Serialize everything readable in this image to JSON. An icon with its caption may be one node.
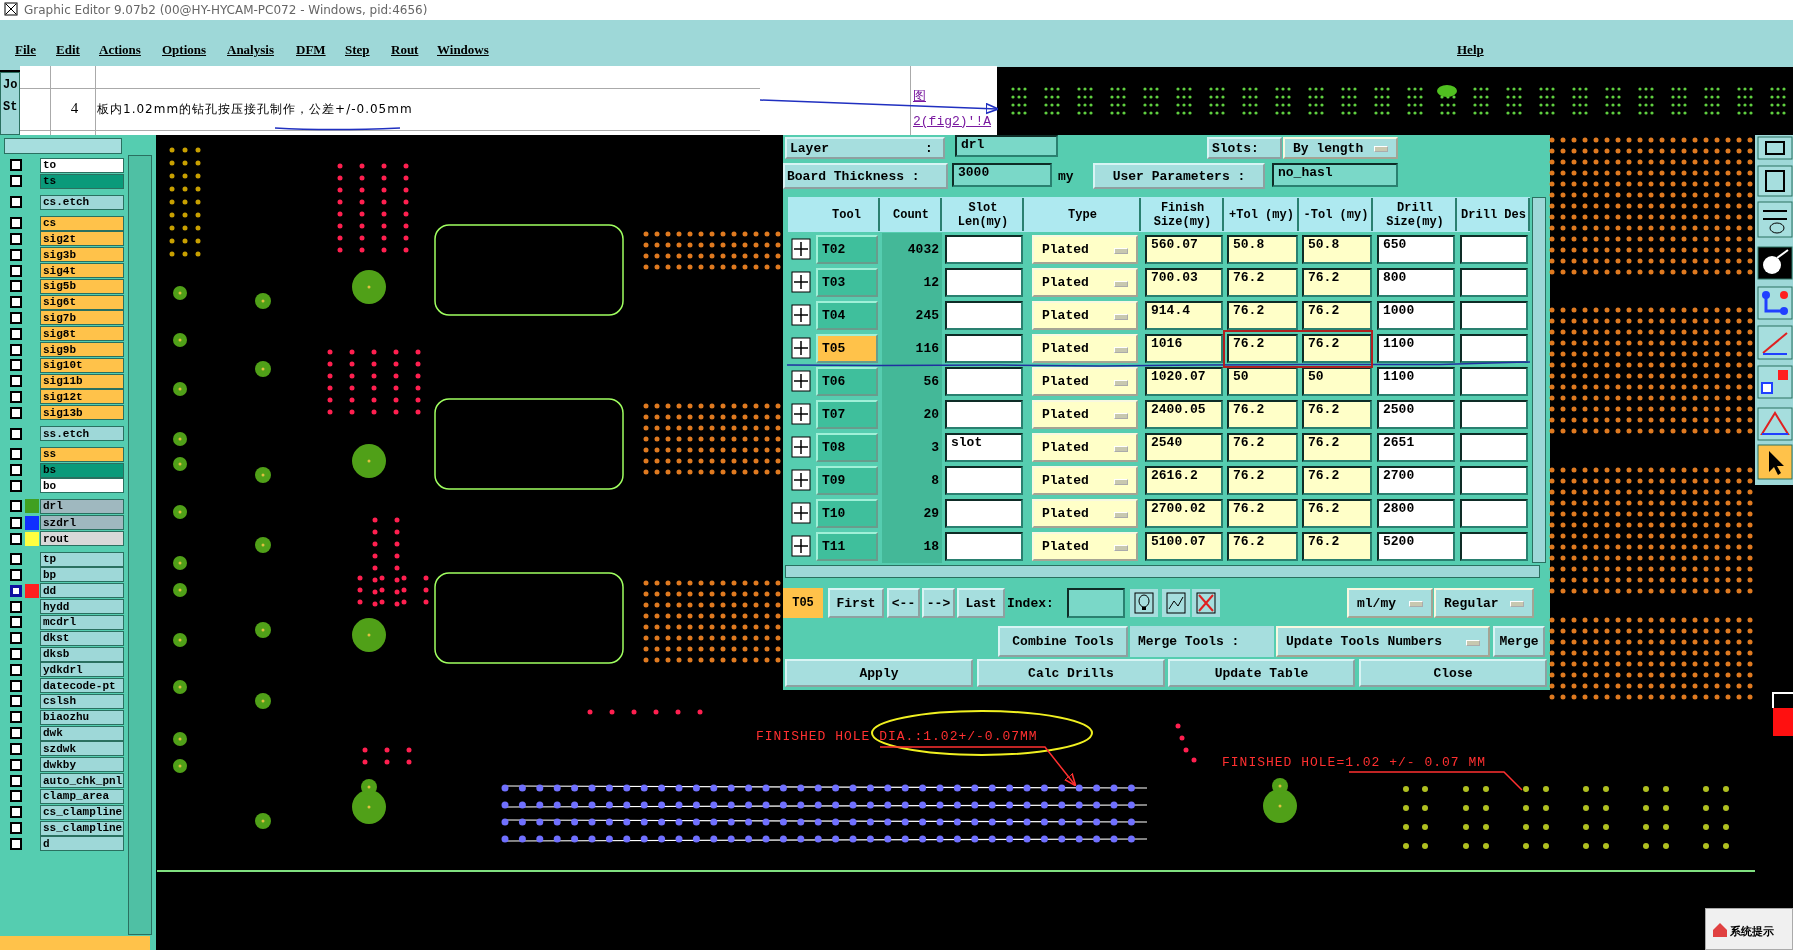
{
  "diagram": {
    "nodes": [
      {
        "text": [
          "4",
          "板内1.02mm的钻孔按压接孔制作，公差+/-0.05mm"
        ]
      },
      {
        "text": [],
        "shape": "picture"
      },
      {
        "text": [
          "FINISHED HOLE DIA.:1.02+/-0.07MM"
        ]
      },
      {
        "text": [
          "FINISHED HOLE=1.02 +/- 0.07 MM"
        ]
      }
    ],
    "edges": [
      {
        "from": 2,
        "to": null,
        "arrow": "to",
        "color": "#ff3030"
      },
      {
        "from": 3,
        "to": null,
        "arrow": "none",
        "color": "#ff3030"
      },
      {
        "from": 0,
        "to": 1,
        "arrow": "to",
        "color": "#2030c0"
      }
    ],
    "labels": [
      "Graphic Editor 9.07b2 (00@HY-HYCAM-PC072 - Windows, pid:4656)",
      "File",
      "Edit",
      "Actions",
      "Options",
      "Analysis",
      "DFM",
      "Step",
      "Rout",
      "Windows",
      "Help",
      "Jo",
      "St",
      "图",
      "2(fig2)'!A",
      "to",
      "ts",
      "cs.etch",
      "cs",
      "sig2t",
      "sig3b",
      "sig4t",
      "sig5b",
      "sig6t",
      "sig7b",
      "sig8t",
      "sig9b",
      "sig10t",
      "sig11b",
      "sig12t",
      "sig13b",
      "ss.etch",
      "ss",
      "bs",
      "bo",
      "drl",
      "szdrl",
      "rout",
      "tp",
      "bp",
      "dd",
      "hydd",
      "mcdrl",
      "dkst",
      "dksb",
      "ydkdrl",
      "datecode-pt",
      "cslsh",
      "biaozhu",
      "dwk",
      "szdwk",
      "dwkby",
      "auto_chk_pnl",
      "clamp_area",
      "cs_clampline",
      "ss_clampline",
      "d",
      "Layer",
      ":",
      "drl",
      "Slots:",
      "By length",
      "Board Thickness :",
      "3000",
      "my",
      "User Parameters :",
      "no_hasl",
      "Tool",
      "Count",
      "Slot Len(my)",
      "Type",
      "Finish Size(my)",
      "+Tol (my)",
      "-Tol (my)",
      "Drill Size(my)",
      "Drill Des",
      "T02",
      "4032",
      "Plated",
      "560.07",
      "50.8",
      "50.8",
      "650",
      "T03",
      "12",
      "Plated",
      "700.03",
      "76.2",
      "76.2",
      "800",
      "T04",
      "245",
      "Plated",
      "914.4",
      "76.2",
      "76.2",
      "1000",
      "T05",
      "116",
      "Plated",
      "1016",
      "76.2",
      "76.2",
      "1100",
      "T06",
      "56",
      "Plated",
      "1020.07",
      "50",
      "50",
      "1100",
      "T07",
      "20",
      "Plated",
      "2400.05",
      "76.2",
      "76.2",
      "2500",
      "T08",
      "3",
      "slot",
      "Plated",
      "2540",
      "76.2",
      "76.2",
      "2651",
      "T09",
      "8",
      "Plated",
      "2616.2",
      "76.2",
      "76.2",
      "2700",
      "T10",
      "29",
      "Plated",
      "2700.02",
      "76.2",
      "76.2",
      "2800",
      "T11",
      "18",
      "Plated",
      "5100.07",
      "76.2",
      "76.2",
      "5200",
      "T05",
      "First",
      "<--",
      "-->",
      "Last",
      "Index:",
      "ml/my",
      "Regular",
      "Combine Tools",
      "Merge Tools :",
      "Update Tools Numbers",
      "Merge",
      "Apply",
      "Calc Drills",
      "Update Table",
      "Close",
      "系统提示"
    ]
  }
}
